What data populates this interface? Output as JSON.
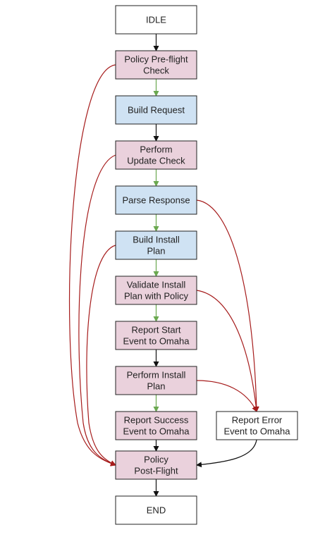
{
  "colors": {
    "white_fill": "#ffffff",
    "pink_fill": "#ead1dc",
    "blue_fill": "#cfe2f3",
    "border": "#222222",
    "black_edge": "#111111",
    "green_edge": "#6aa84f",
    "red_edge": "#a61c1c"
  },
  "nodes": [
    {
      "id": "idle",
      "lines": [
        "IDLE"
      ],
      "fill": "white"
    },
    {
      "id": "policy-preflight",
      "lines": [
        "Policy Pre-flight",
        "Check"
      ],
      "fill": "pink"
    },
    {
      "id": "build-request",
      "lines": [
        "Build Request"
      ],
      "fill": "blue"
    },
    {
      "id": "perform-update-check",
      "lines": [
        "Perform",
        "Update Check"
      ],
      "fill": "pink"
    },
    {
      "id": "parse-response",
      "lines": [
        "Parse Response"
      ],
      "fill": "blue"
    },
    {
      "id": "build-install-plan",
      "lines": [
        "Build Install",
        "Plan"
      ],
      "fill": "blue"
    },
    {
      "id": "validate-install-plan",
      "lines": [
        "Validate Install",
        "Plan with Policy"
      ],
      "fill": "pink"
    },
    {
      "id": "report-start",
      "lines": [
        "Report Start",
        "Event to Omaha"
      ],
      "fill": "pink"
    },
    {
      "id": "perform-install-plan",
      "lines": [
        "Perform Install",
        "Plan"
      ],
      "fill": "pink"
    },
    {
      "id": "report-success",
      "lines": [
        "Report Success",
        "Event to Omaha"
      ],
      "fill": "pink"
    },
    {
      "id": "report-error",
      "lines": [
        "Report Error",
        "Event to Omaha"
      ],
      "fill": "white"
    },
    {
      "id": "policy-postflight",
      "lines": [
        "Policy",
        "Post-Flight"
      ],
      "fill": "pink"
    },
    {
      "id": "end",
      "lines": [
        "END"
      ],
      "fill": "white"
    }
  ],
  "edges": [
    {
      "from": "idle",
      "to": "policy-preflight",
      "color": "black"
    },
    {
      "from": "policy-preflight",
      "to": "build-request",
      "color": "green"
    },
    {
      "from": "build-request",
      "to": "perform-update-check",
      "color": "black"
    },
    {
      "from": "perform-update-check",
      "to": "parse-response",
      "color": "green"
    },
    {
      "from": "parse-response",
      "to": "build-install-plan",
      "color": "green"
    },
    {
      "from": "build-install-plan",
      "to": "validate-install-plan",
      "color": "green"
    },
    {
      "from": "validate-install-plan",
      "to": "report-start",
      "color": "green"
    },
    {
      "from": "report-start",
      "to": "perform-install-plan",
      "color": "black"
    },
    {
      "from": "perform-install-plan",
      "to": "report-success",
      "color": "green"
    },
    {
      "from": "report-success",
      "to": "policy-postflight",
      "color": "black"
    },
    {
      "from": "report-error",
      "to": "policy-postflight",
      "color": "black"
    },
    {
      "from": "policy-postflight",
      "to": "end",
      "color": "black"
    },
    {
      "from": "policy-preflight",
      "to": "policy-postflight",
      "color": "red"
    },
    {
      "from": "perform-update-check",
      "to": "policy-postflight",
      "color": "red"
    },
    {
      "from": "build-install-plan",
      "to": "policy-postflight",
      "color": "red"
    },
    {
      "from": "parse-response",
      "to": "report-error",
      "color": "red"
    },
    {
      "from": "validate-install-plan",
      "to": "report-error",
      "color": "red"
    },
    {
      "from": "perform-install-plan",
      "to": "report-error",
      "color": "red"
    }
  ]
}
